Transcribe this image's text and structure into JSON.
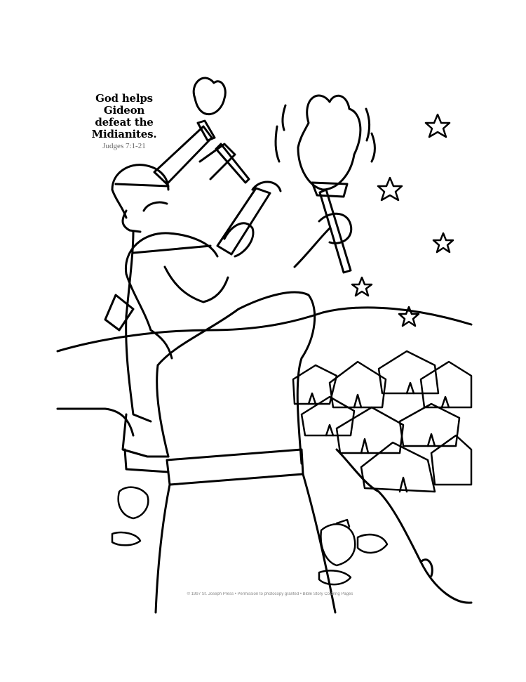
{
  "caption": {
    "lines": [
      "God helps",
      "Gideon",
      "defeat the",
      "Midianites."
    ],
    "reference": "Judges 7:1-21"
  },
  "footer": {
    "copyright": "© 1997 St. Joseph Press • Permission to photocopy granted • Bible Story Coloring Pages"
  },
  "artwork": {
    "style": "black line art coloring page",
    "line_color": "#000000",
    "background_color": "#ffffff",
    "icons": [
      "torch-icon",
      "trumpet-icon",
      "star-icon",
      "tent-icon",
      "broken-jar-icon"
    ]
  }
}
